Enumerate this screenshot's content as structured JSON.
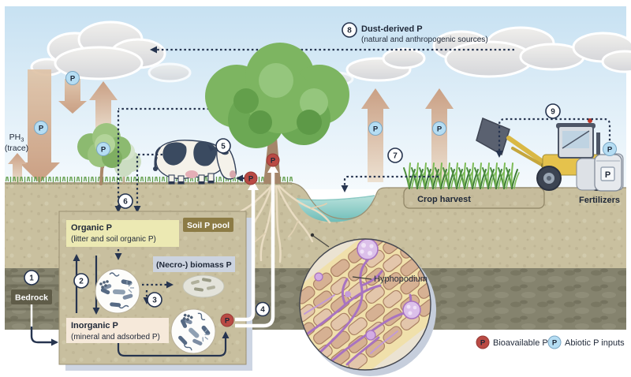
{
  "diagram": {
    "atmosphere": {
      "dust_title": "Dust-derived P",
      "dust_subtitle": "(natural and anthropogenic sources)",
      "ph3_base": "PH",
      "ph3_sub": "3",
      "ph3_note": "(trace)"
    },
    "surface": {
      "crop_harvest": "Crop harvest",
      "fertilizers": "Fertilizers",
      "bedrock": "Bedrock"
    },
    "soil_pool": {
      "badge": "Soil P pool",
      "organic_title": "Organic P",
      "organic_subtitle": "(litter and soil organic P)",
      "necromass": "(Necro-) biomass P",
      "inorganic_title": "Inorganic P",
      "inorganic_subtitle": "(mineral and adsorbed P)"
    },
    "inset": {
      "hyphopodium": "Hyphopodium"
    },
    "legend": {
      "bioavailable": "Bioavailable P",
      "abiotic": "Abiotic P inputs"
    },
    "chips": {
      "letter": "P"
    },
    "steps": [
      "1",
      "2",
      "3",
      "4",
      "5",
      "6",
      "7",
      "8",
      "9"
    ],
    "colors": {
      "bioavailable_red": "#b94a44",
      "abiotic_blue": "#b5ddf3",
      "navy": "#26344f",
      "topsoil": "#c9c09f",
      "subsoil": "#85836e",
      "pond": "#7cc4bf",
      "box_bg": "#c8bf9f",
      "organic_bg": "#ece9b3",
      "necromass_bg": "#ccd3df",
      "inorganic_bg": "#f6e9da",
      "pool_badge_bg": "#8c7b45",
      "bedrock_badge_bg": "#5f5c48",
      "sky": "#c7e1f2"
    }
  }
}
